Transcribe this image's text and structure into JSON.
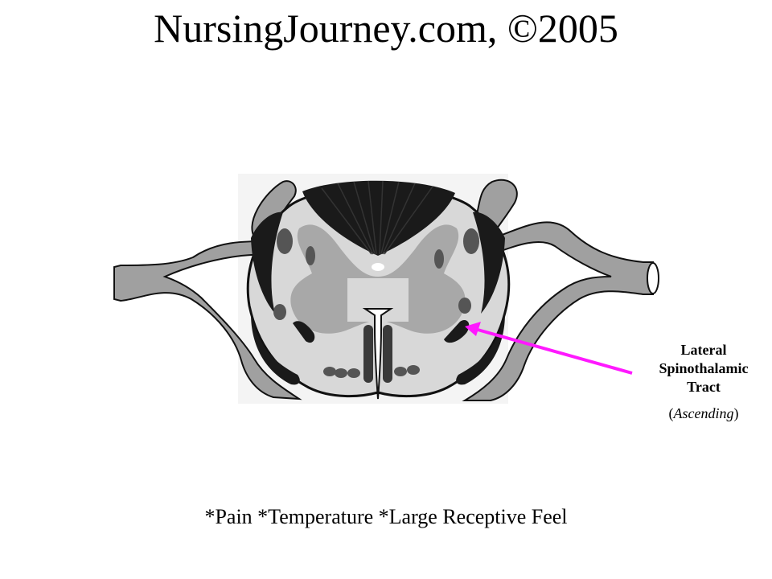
{
  "title": "NursingJourney.com, ©2005",
  "label": {
    "line1": "Lateral",
    "line2": "Spinothalamic",
    "line3": "Tract",
    "sub_open": "(",
    "sub_italic": "Ascending",
    "sub_close": ")"
  },
  "caption": "*Pain *Temperature *Large Receptive Feel",
  "colors": {
    "arrow": "#ff19ff",
    "white_matter": "#d8d8d8",
    "gray_matter": "#a8a8a8",
    "dark_tract": "#1a1a1a",
    "nerve_root": "#a0a0a0"
  }
}
